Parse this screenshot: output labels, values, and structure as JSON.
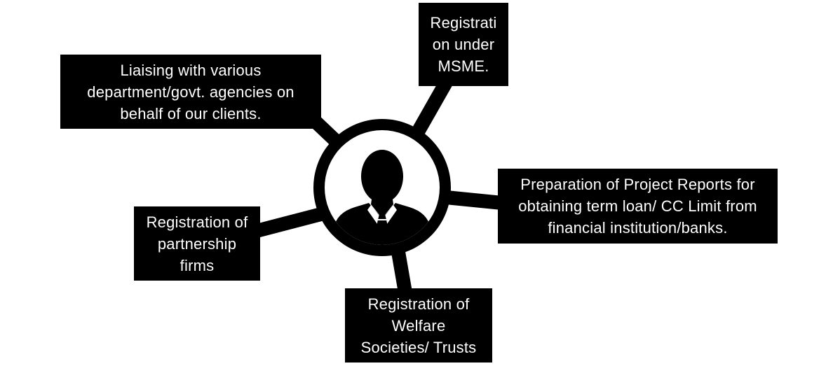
{
  "diagram": {
    "hub": {
      "icon": "businessman-icon"
    },
    "nodes": [
      {
        "id": "liaising",
        "lines": [
          "Liaising with various",
          "department/govt. agencies  on",
          "behalf of our clients."
        ]
      },
      {
        "id": "msme",
        "lines": [
          "Registrati",
          "on under",
          "MSME."
        ]
      },
      {
        "id": "project",
        "lines": [
          "Preparation of Project Reports for",
          "obtaining term loan/ CC Limit from",
          "financial institution/banks."
        ]
      },
      {
        "id": "partnership",
        "lines": [
          "Registration of",
          "partnership",
          "firms"
        ]
      },
      {
        "id": "welfare",
        "lines": [
          "Registration of",
          "Welfare",
          "Societies/ Trusts"
        ]
      }
    ],
    "colors": {
      "fill": "#000000",
      "text": "#ffffff",
      "background": "#ffffff"
    }
  }
}
